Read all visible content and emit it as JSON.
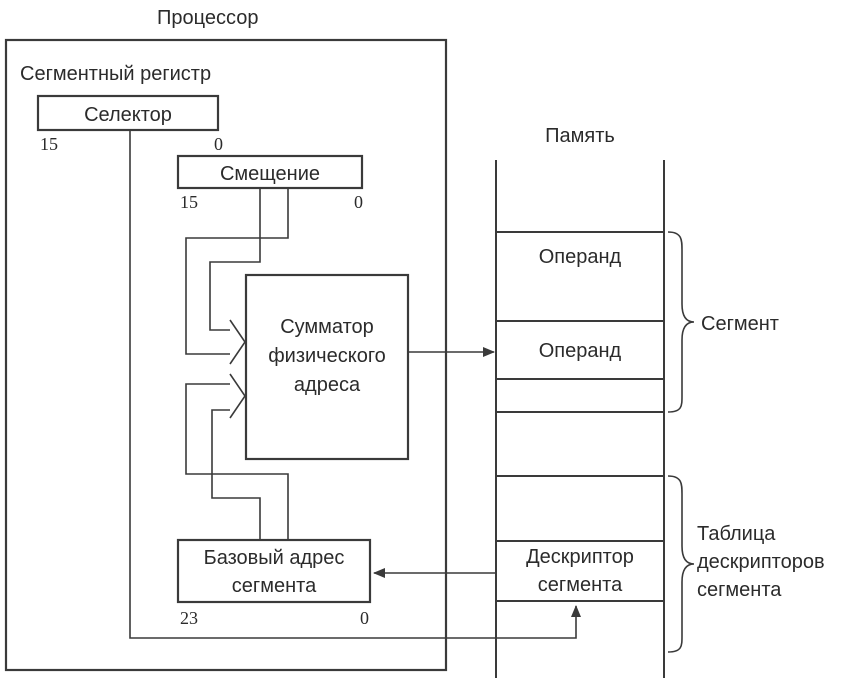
{
  "processor": {
    "title": "Процессор",
    "segment_register_label": "Сегментный регистр"
  },
  "selector": {
    "label": "Селектор",
    "bit_high": "15",
    "bit_low": "0"
  },
  "offset": {
    "label": "Смещение",
    "bit_high": "15",
    "bit_low": "0"
  },
  "adder": {
    "line1": "Сумматор",
    "line2": "физического",
    "line3": "адреса"
  },
  "base_address": {
    "line1": "Базовый адрес",
    "line2": "сегмента",
    "bit_high": "23",
    "bit_low": "0"
  },
  "memory": {
    "title": "Память",
    "operand1": "Операнд",
    "operand2": "Операнд",
    "descriptor_line1": "Дескриптор",
    "descriptor_line2": "сегмента",
    "segment_brace_label": "Сегмент",
    "table_line1": "Таблица",
    "table_line2": "дескрипторов",
    "table_line3": "сегмента"
  }
}
